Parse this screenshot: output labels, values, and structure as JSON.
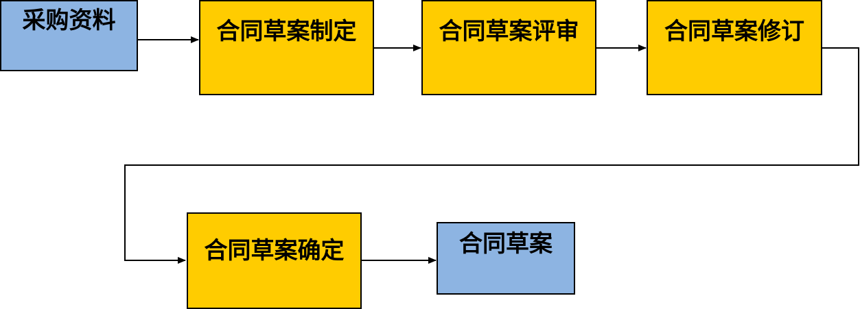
{
  "colors": {
    "blue_fill": "#8db4e2",
    "yellow_fill": "#ffcc00",
    "line": "#000000"
  },
  "nodes": [
    {
      "id": "n1",
      "label": "采购资料",
      "fill": "#8db4e2"
    },
    {
      "id": "n2",
      "label": "合同草案制定",
      "fill": "#ffcc00"
    },
    {
      "id": "n3",
      "label": "合同草案评审",
      "fill": "#ffcc00"
    },
    {
      "id": "n4",
      "label": "合同草案修订",
      "fill": "#ffcc00"
    },
    {
      "id": "n5",
      "label": "合同草案确定",
      "fill": "#ffcc00"
    },
    {
      "id": "n6",
      "label": "合同草案",
      "fill": "#8db4e2"
    }
  ],
  "edges": [
    {
      "from": "采购资料",
      "to": "合同草案制定"
    },
    {
      "from": "合同草案制定",
      "to": "合同草案评审"
    },
    {
      "from": "合同草案评审",
      "to": "合同草案修订"
    },
    {
      "from": "合同草案修订",
      "to": "合同草案确定"
    },
    {
      "from": "合同草案确定",
      "to": "合同草案"
    }
  ]
}
